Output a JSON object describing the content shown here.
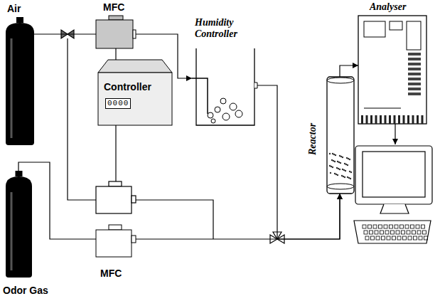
{
  "diagram": {
    "nodes": [
      {
        "text": [
          "Air"
        ]
      },
      {
        "text": [
          "MFC"
        ]
      },
      {
        "text": [
          "Controller",
          "0000"
        ]
      },
      {
        "text": [
          "Humidity Controller"
        ]
      },
      {
        "text": [
          "Odor Gas"
        ]
      },
      {
        "text": [
          "MFC"
        ]
      },
      {
        "text": [
          "Reactor"
        ]
      },
      {
        "text": [
          "Analyser"
        ]
      }
    ],
    "edges": [
      {
        "from": 0,
        "to": 1,
        "arrow": "none"
      },
      {
        "from": 1,
        "to": 3,
        "arrow": "to"
      },
      {
        "from": 2,
        "to": 1,
        "arrow": "none"
      },
      {
        "from": 3,
        "to": 6,
        "arrow": "to"
      },
      {
        "from": 4,
        "to": 5,
        "arrow": "none"
      },
      {
        "from": 5,
        "to": 6,
        "arrow": "to"
      },
      {
        "from": 6,
        "to": 7,
        "arrow": "to"
      }
    ]
  }
}
